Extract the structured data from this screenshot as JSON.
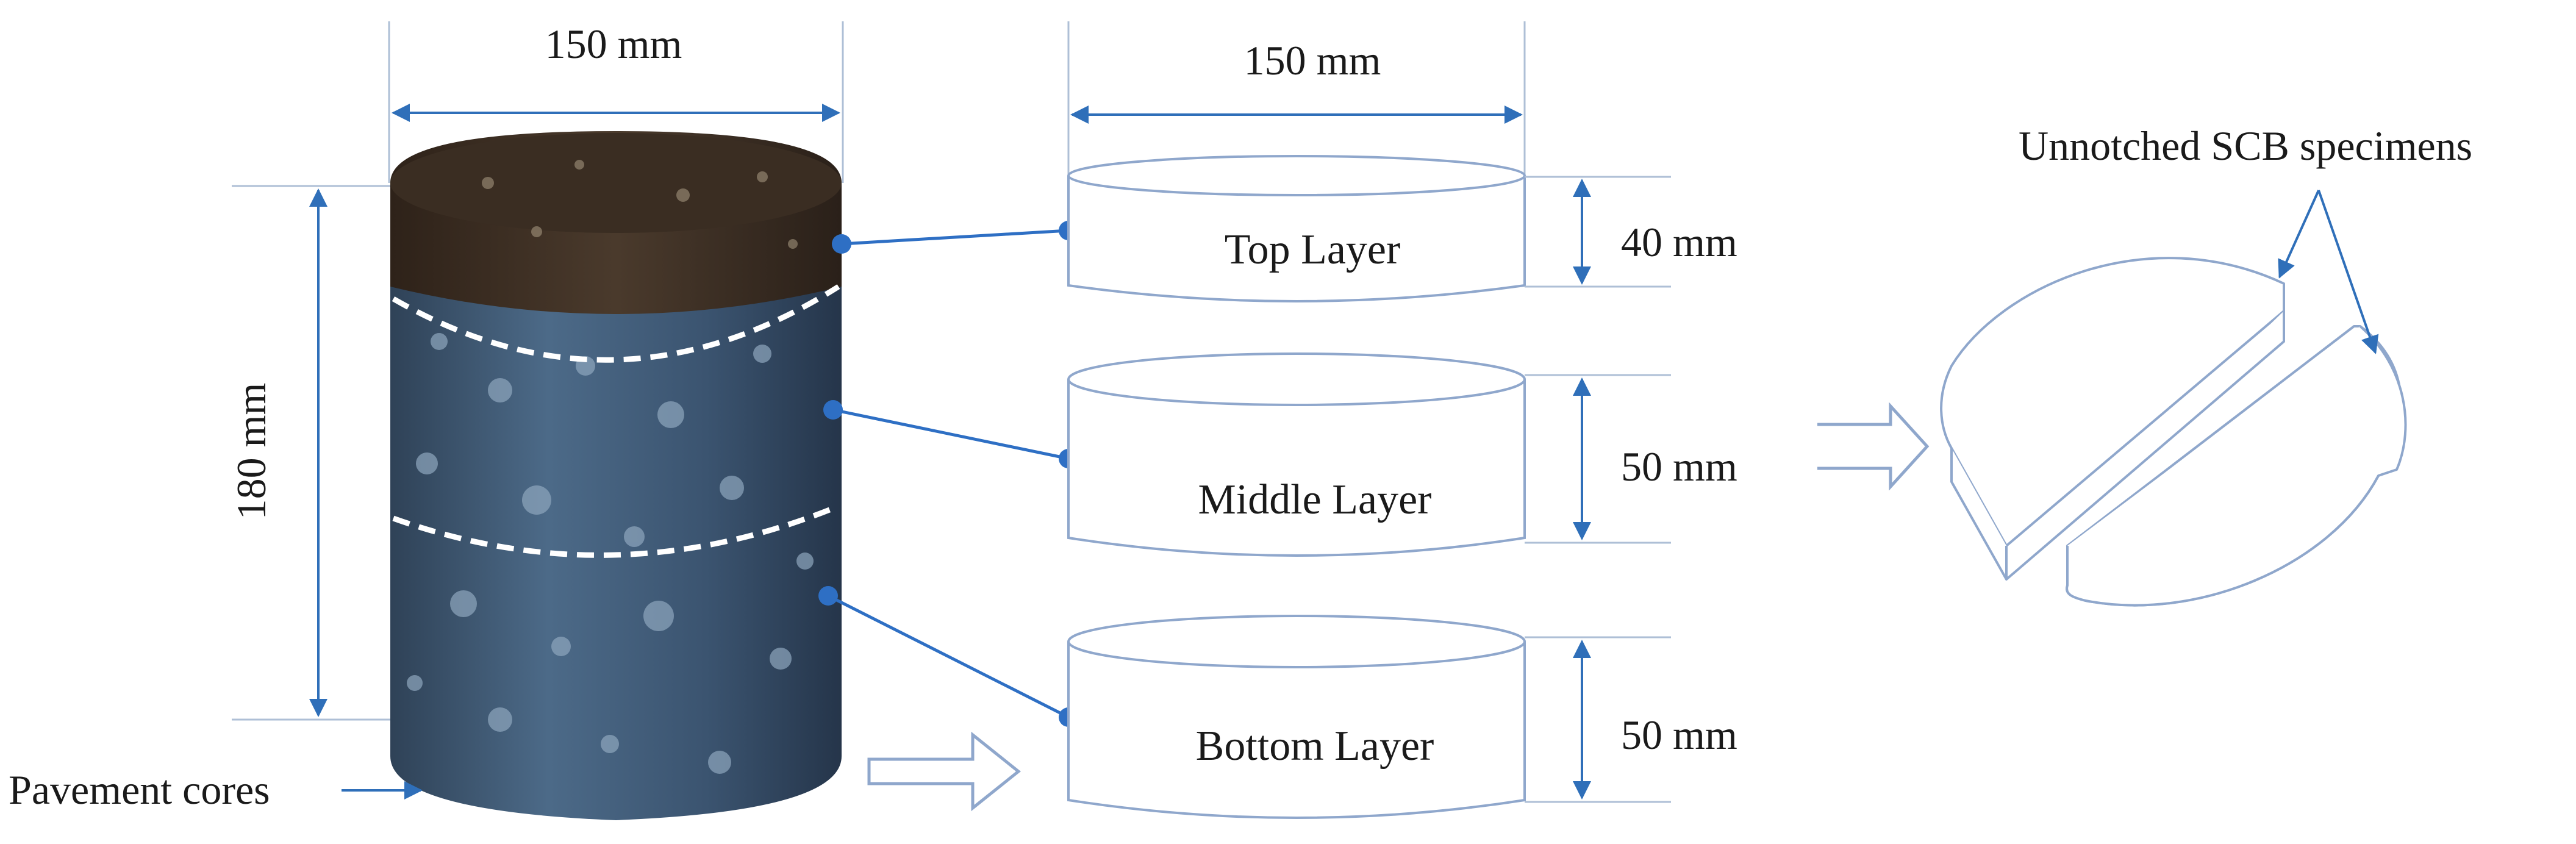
{
  "core": {
    "diameter_label": "150 mm",
    "height_label": "180 mm",
    "caption": "Pavement cores"
  },
  "slices": {
    "diameter_label": "150 mm",
    "layers": [
      {
        "name": "Top Layer",
        "thickness_label": "40 mm"
      },
      {
        "name": "Middle Layer",
        "thickness_label": "50 mm"
      },
      {
        "name": "Bottom Layer",
        "thickness_label": "50 mm"
      }
    ]
  },
  "specimens": {
    "caption": "Unnotched SCB specimens"
  },
  "colors": {
    "line_blue": "#2e6fc4",
    "outline_blue": "#8fa7cc",
    "dim_blue": "#2f6fb9",
    "guide": "#aebfd6",
    "text": "#1a1a1a",
    "core_top": "#3d3024",
    "core_body": "#3f5873"
  }
}
